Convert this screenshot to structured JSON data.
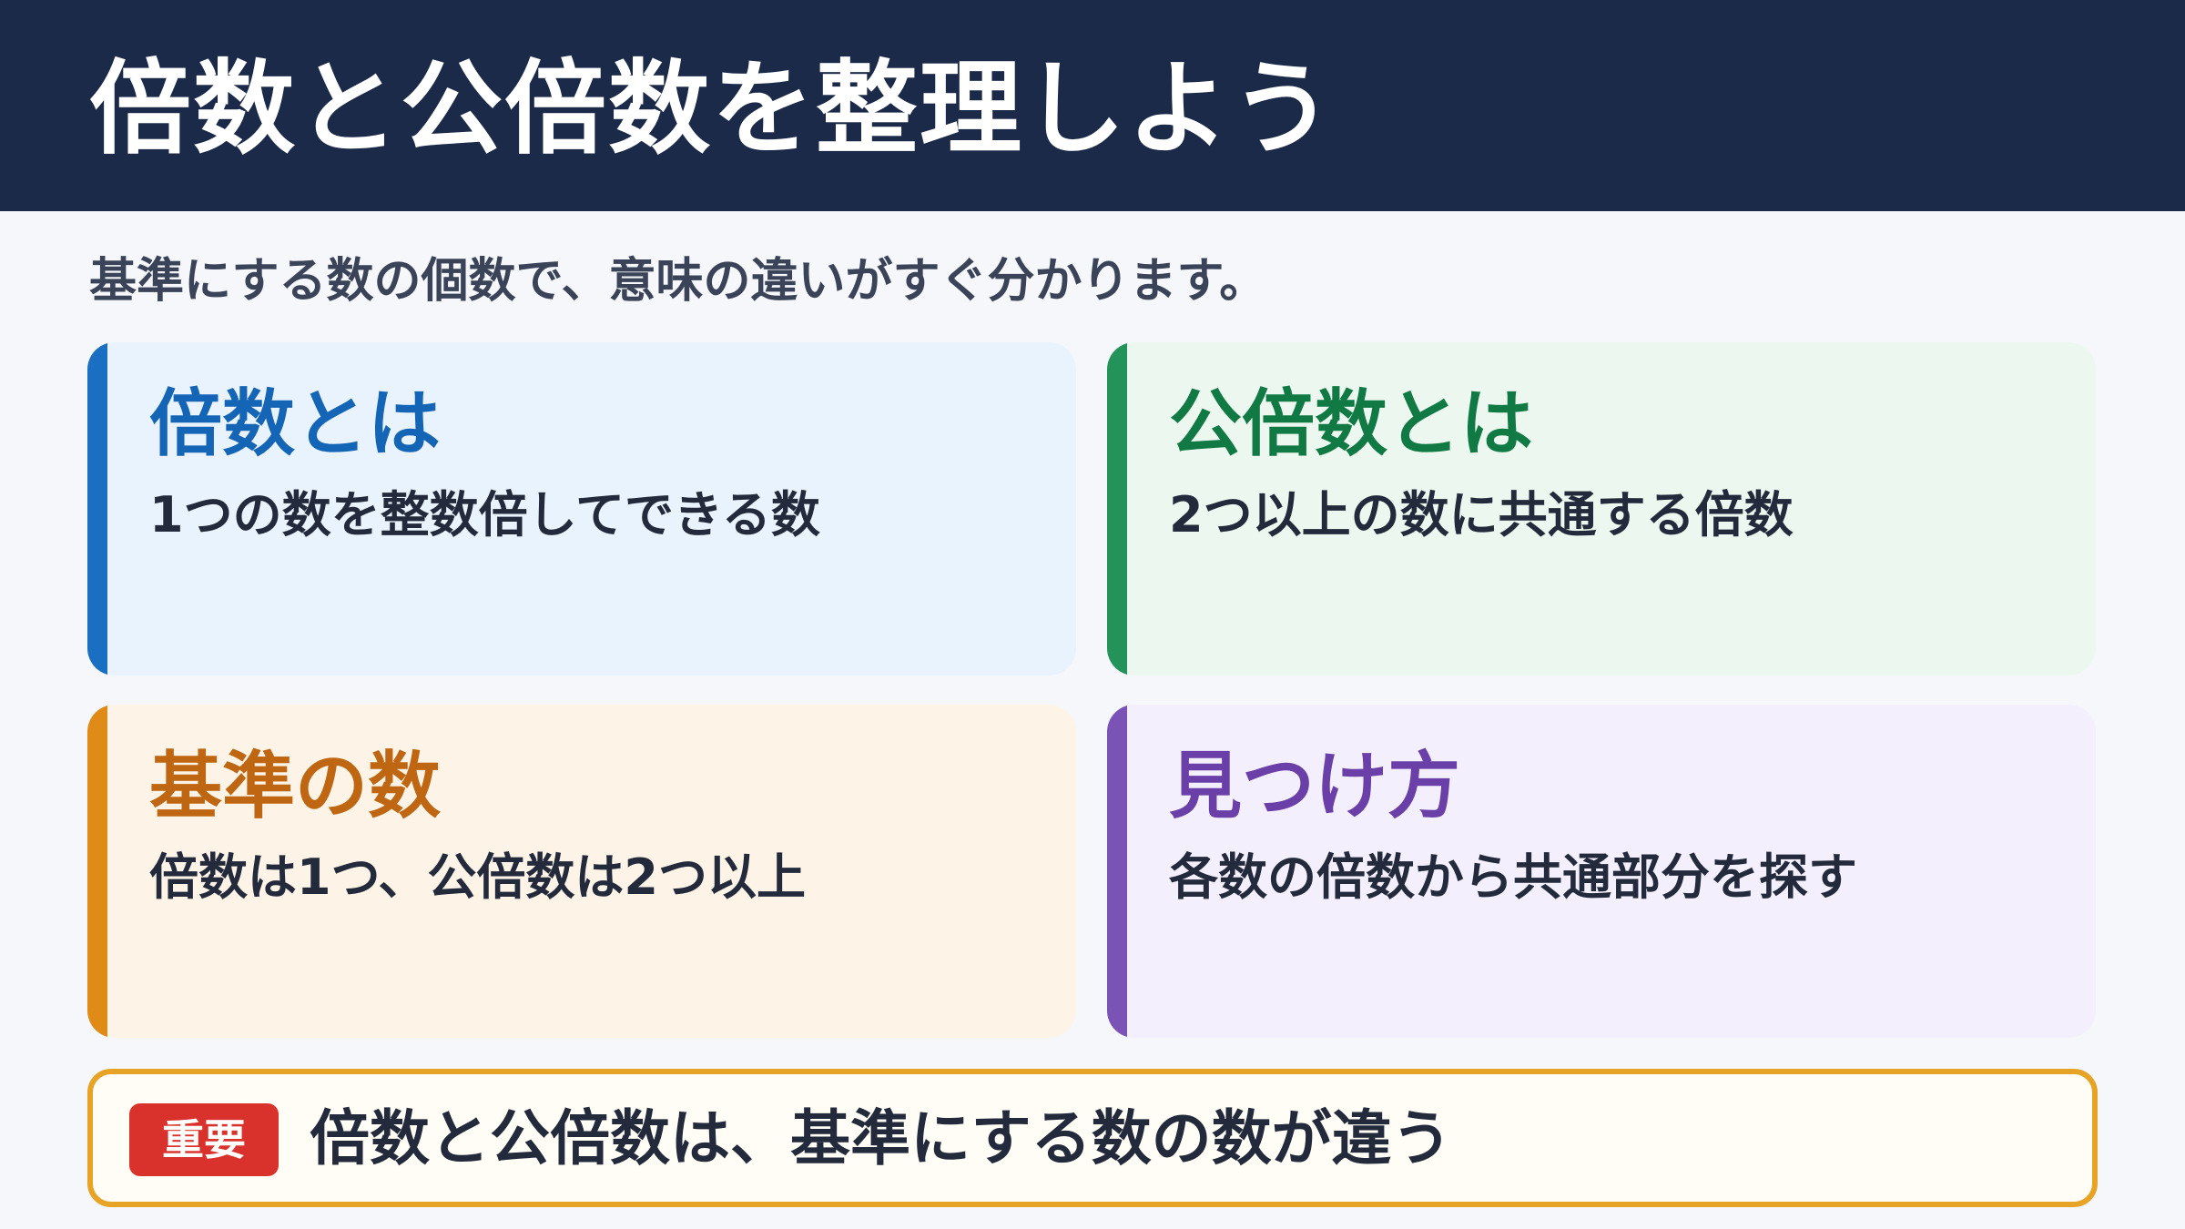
{
  "header": {
    "title": "倍数と公倍数を整理しよう",
    "background_color": "#1c2a4a"
  },
  "subtitle": "基準にする数の個数で、意味の違いがすぐ分かります。",
  "cards": [
    {
      "title": "倍数とは",
      "text": "1つの数を整数倍してできる数",
      "accent_color": "#1a6fc2"
    },
    {
      "title": "公倍数とは",
      "text": "2つ以上の数に共通する倍数",
      "accent_color": "#23935a"
    },
    {
      "title": "基準の数",
      "text": "倍数は1つ、公倍数は2つ以上",
      "accent_color": "#e08a17"
    },
    {
      "title": "見つけ方",
      "text": "各数の倍数から共通部分を探す",
      "accent_color": "#7b52b6"
    }
  ],
  "callout": {
    "badge": "重要",
    "text": "倍数と公倍数は、基準にする数の数が違う",
    "border_color": "#e7a326",
    "badge_color": "#d9312b"
  }
}
